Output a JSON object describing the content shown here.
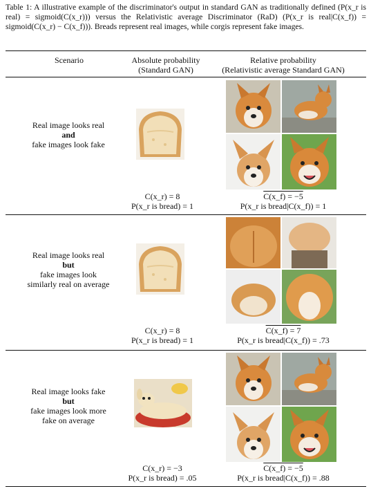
{
  "caption": "Table 1: A illustrative example of the discriminator's output in standard GAN as traditionally defined (P(x_r is real) = sigmoid(C(x_r))) versus the Relativistic average Discriminator (RaD) (P(x_r is real|C(x_f)) = sigmoid(C(x_r) − C(x_f))). Breads represent real images, while corgis represent fake images.",
  "headers": {
    "scenario": "Scenario",
    "absolute_line1": "Absolute probability",
    "absolute_line2": "(Standard GAN)",
    "relative_line1": "Relative probability",
    "relative_line2": "(Relativistic average Standard GAN)"
  },
  "rows": [
    {
      "scenario_top": "Real image looks real",
      "scenario_conj": "and",
      "scenario_bottom1": "fake images look fake",
      "scenario_bottom2": "",
      "abs_line1": "C(x_r) = 8",
      "abs_line2": "P(x_r is bread) = 1",
      "rel_line1": "C(x_f) = −5",
      "rel_line2": "P(x_r is bread|C(x_f)) = 1",
      "abs_image": "bread loaf",
      "rel_images": [
        "corgi face",
        "corgi running",
        "corgi puppy",
        "corgi smiling"
      ]
    },
    {
      "scenario_top": "Real image looks real",
      "scenario_conj": "but",
      "scenario_bottom1": "fake images look",
      "scenario_bottom2": "similarly real on average",
      "abs_line1": "C(x_r) = 8",
      "abs_line2": "P(x_r is bread) = 1",
      "rel_line1": "C(x_f) = 7",
      "rel_line2": "P(x_r is bread|C(x_f)) = .73",
      "abs_image": "bread loaf",
      "rel_images": [
        "corgi butt",
        "corgi butt on stump",
        "corgi butt bread",
        "corgi butt close-up"
      ]
    },
    {
      "scenario_top": "Real image looks fake",
      "scenario_conj": "but",
      "scenario_bottom1": "fake images look more",
      "scenario_bottom2": "fake on average",
      "abs_line1": "C(x_r) = −3",
      "abs_line2": "P(x_r is bread) = .05",
      "rel_line1": "C(x_f) = −5",
      "rel_line2": "P(x_r is bread|C(x_f)) = .88",
      "abs_image": "dog-shaped bread",
      "rel_images": [
        "corgi face",
        "corgi running",
        "corgi puppy",
        "corgi smiling"
      ]
    }
  ]
}
